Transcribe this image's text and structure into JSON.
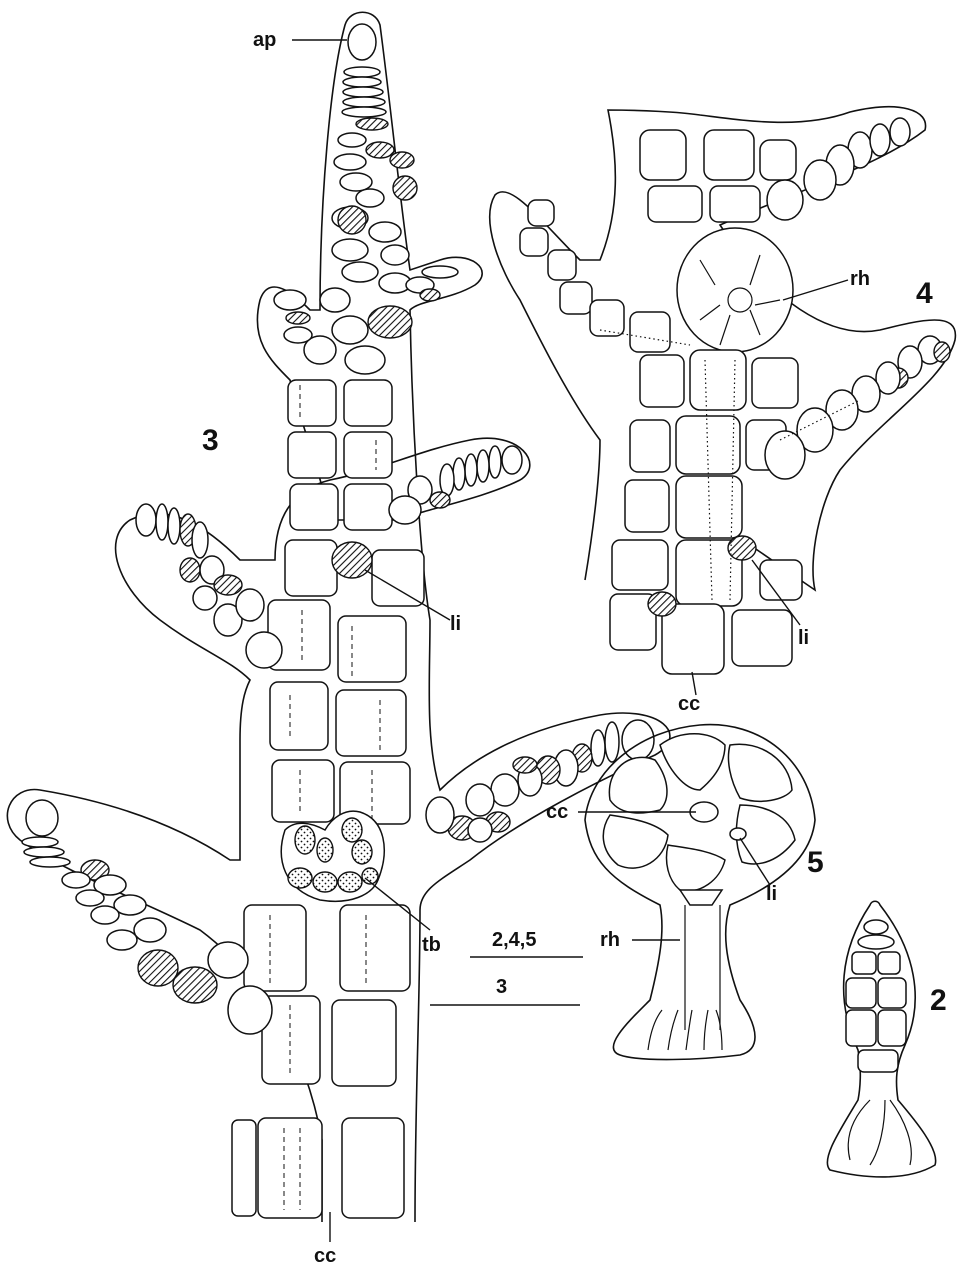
{
  "figures": {
    "fig3": "3",
    "fig4": "4",
    "fig5": "5",
    "fig2": "2"
  },
  "labels": {
    "ap": "ap",
    "li_fig3": "li",
    "tb": "tb",
    "cc_fig3": "cc",
    "rh_fig4": "rh",
    "li_fig4": "li",
    "cc_fig4": "cc",
    "cc_fig5": "cc",
    "li_fig5": "li",
    "rh_fig5": "rh"
  },
  "scale_bars": {
    "upper": "2,4,5",
    "lower": "3"
  }
}
